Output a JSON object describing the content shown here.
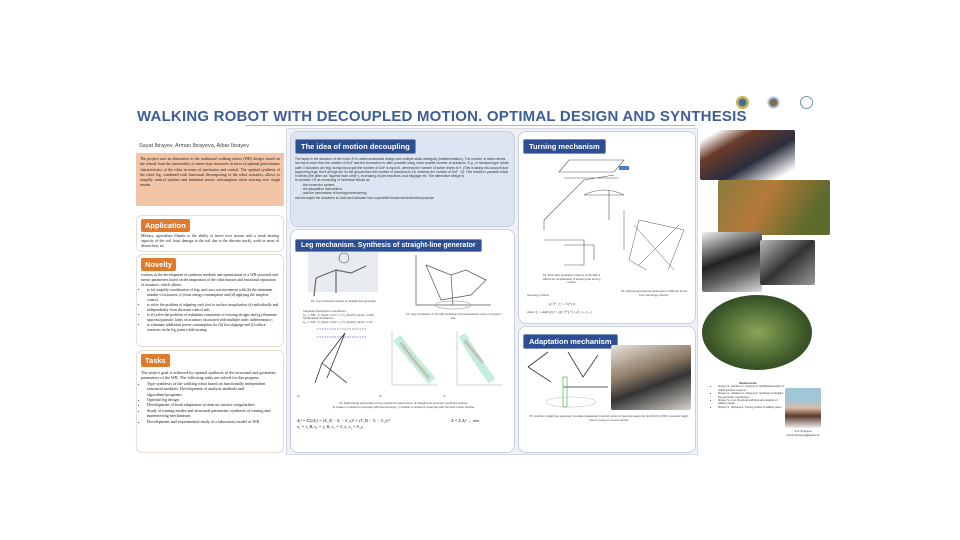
{
  "title": "WALKING ROBOT WITH DECOUPLED MOTION. OPTIMAL DESIGN AND SYNTHESIS",
  "authors": "Sayat Ibrayev, Arman Ibrayeva, Aibar Ibrayev",
  "abstract": "The project uses an alternative to the traditional walking robots (WR) design, based on the refusal from the universality of insect-type structures in favor of optimal performance characteristics of the robot in terms of mechanics and control. The optimal synthesis of the robot leg, combined with functional decomposing of the robot actuators, allows to simplify control systems and minimize power consumption when moving over rough terrain.",
  "application": {
    "heading": "Application",
    "text": "Military, agriculture (thanks to the ability to move over terrain with a weak bearing capacity of the soil, least damage to the soil due to the discrete track), work in areas of destruction, etc."
  },
  "novelty": {
    "heading": "Novelty",
    "intro": "consists in the development of synthesis methods and optimization of a WR structural and metric parameters based on decomposition of the robot motion and functional separation of actuators, which allows:",
    "items": [
      "to (a) simplify coordination of legs and carry out movement with (b) the minimum number of actuators, (c) least energy consumption and (d) applying the simplest control,",
      "to solve the problem of adapting each foot to surface irregularities (e) individually and independently from the main control unit;",
      "to (f) solve the problem of redundant constraints of existing designs and (g) eliminate spurious/parasitic loads on actuators associated with multiple static indeterminacy;",
      "to eliminate additional power consumption for (h) foot slippage and (i) reduce reactions in the leg joints while turning"
    ]
  },
  "tasks": {
    "heading": "Tasks",
    "intro": "The project goal is achieved by optimal synthesis of the structural and geometric parameters of the WR. The following tasks are solved for this purpose:",
    "items": [
      "Type synthesis of the walking robot based on functionally independent structural modules. Development of analysis methods and algorithms/programs",
      "Optimal leg design",
      "Development of limb adaptation system on surface irregularities",
      "Study of turning modes and structural parametric synthesis of turning and maneuvering mechanisms",
      "Development and experimental study of a laboratory model of WR"
    ]
  },
  "decoupling": {
    "heading": "The idea of motion decoupling",
    "text": "The lapse in the structure of the most LR is underconstrained design and multiple static ambiguity (indetermination). The number of active drives are much more than the number of DoF and the locomotion is often possible using much smaller number of actuators. E.g., in hexapod-type robots (with 3 actuators per leg) during tripod gait the number of DoF is equal 6, whereas the number of active drives is 9. (This is taking into account just supporting legs; but if all legs are on the ground then the number of actuators is 18, whereas the number of DoF - 6). This results in parasitic loads in drives (the latter act \"against each other\"), increasing of joint reactions, foot slippage etc. The alternative design is",
    "b1": "to consider LR as consisting of functional blocks as",
    "subs": [
      "- the locomotor system,",
      "- the adaptation mechanism,",
      "- and the mechanism of turning/maneuvering"
    ],
    "b2": "and decouple the actuators so that each actuator has a specified functional destination/purpose"
  },
  "leg": {
    "heading": "Leg mechanism. Synthesis of straight-line generator",
    "f1": "F1. Leg mechanism based on straight-line generator",
    "chebyshev": "Classical Chebyshev's mechanism:",
    "cheb_val": "θ₁,₂ = 180°, θ_transf = 172°, ε = θ_transf/θ_transf = 0.267",
    "synth": "Synthesized mechanism:",
    "synth_val": "θ₁,₂ = 220°, θ_transf = 140°, ε = θ_transf/θ_transf = 1.57",
    "f2": "F2. Leg mechanism of LR with rectilinear and translational motion of support link.",
    "f3a": "F3. Multicriterial optimization of leg mechanism parameters. a) Straight-line generator synthesis scheme",
    "f3b": "b) Scatter of solutions (example) with best accuracy; c) Scatter of solutions (example) with the best motion transfer",
    "eq1": "Δᵢ² = ΣΣ(Xᵢ) = (X_B − Xᵢ − S_x)² + (Y_B − Yᵢ − S_y)²",
    "eq2": "x₁ = x_B, x₂ = y_B, x₃ = S_x, x₄ = S_y",
    "eq3": "Δ = Σ Δᵢ² → min",
    "labels": [
      "a)",
      "b)",
      "c)"
    ]
  },
  "turning": {
    "heading": "Turning mechanism",
    "f3": "F3. Kinematic equivalent scheme of the WR is offered for simplification of studying the turning modes",
    "f4": "F4. Optimal geometrical parameters of WR are found from isoenergy criterion",
    "crit": "Isoenergy criteria:",
    "eq1": "(ζ₁ᵀ)² · ζ₁² = ½ζ²     (1)",
    "eq2": "where ζ₁ = dl/dt   (2)    ζ = [(ζ₁ᵀ)²·ζ₁²] = (ζ₁, x₁, t₁...)"
  },
  "adaptation": {
    "heading": "Adaptation mechanism",
    "f5": "F5. Another straight-line generator provides independent vertical motion of feet and keeps the body/hull of WR in constant height when moving on uneven terrain."
  },
  "references": {
    "heading": "Related works",
    "items": [
      "Ibrayev S., Jamalov N., Ibrayeva A. Mobility/kinematics of hybrid dynamic systems...",
      "Ibrayev S., Jamalov N., Ibrayeva A. Synthesis of straight-line generator mechanisms...",
      "Ibrayev S. et al. Structural and kinematic analysis of walking robots...",
      "Ibrayev S., Ibrayeva A. Turning modes of walking robot..."
    ]
  },
  "portrait": {
    "name": "A.S. Ibrayeva",
    "email": "arman.ibrayeva@kaznu.kz"
  },
  "colors": {
    "title": "#3d5e99",
    "orange": "#e07a2c",
    "blue": "#2e4e94",
    "abstract_bg": "#f1c5a6"
  }
}
